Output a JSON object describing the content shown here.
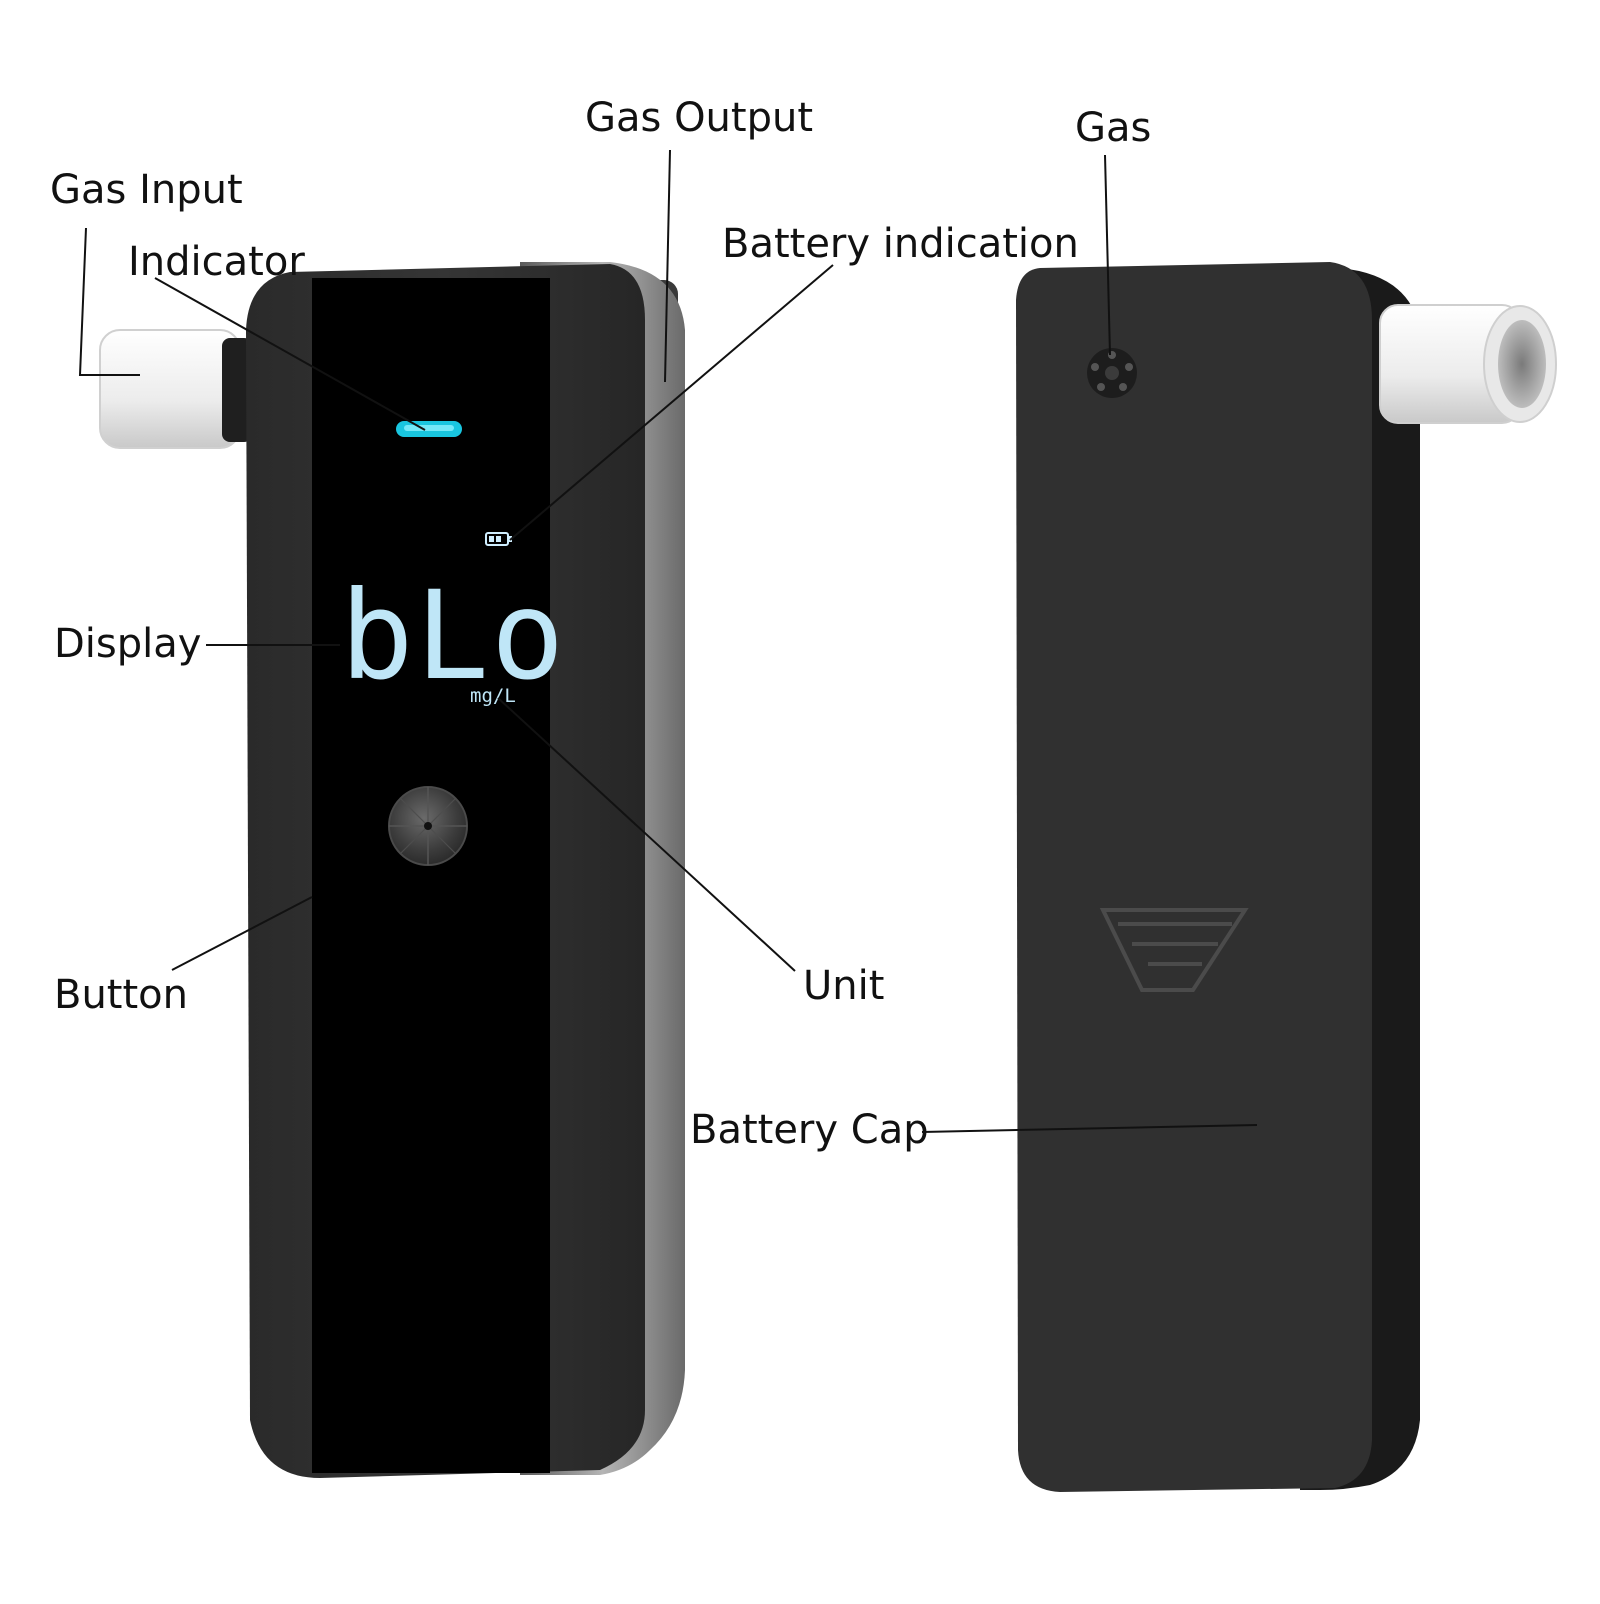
{
  "labels": {
    "gas_input": "Gas Input",
    "indicator": "Indicator",
    "gas_output": "Gas Output",
    "battery_indication": "Battery indication",
    "gas": "Gas",
    "display": "Display",
    "button": "Button",
    "unit": "Unit",
    "battery_cap": "Battery Cap"
  },
  "screen": {
    "reading": "bLo",
    "unit": "mg/L"
  },
  "colors": {
    "body": "#2d2d2d",
    "screen": "#000000",
    "indicator_led": "#19c6e0",
    "lcd_text": "#bfe6f7",
    "mouthpiece": "#f2f2f2",
    "leader_line": "#111111"
  },
  "icons": {
    "battery": "battery-icon",
    "power_button": "power-button-icon",
    "gas_vent": "gas-vent-icon",
    "battery_cap_grip": "grip-lines-icon"
  }
}
